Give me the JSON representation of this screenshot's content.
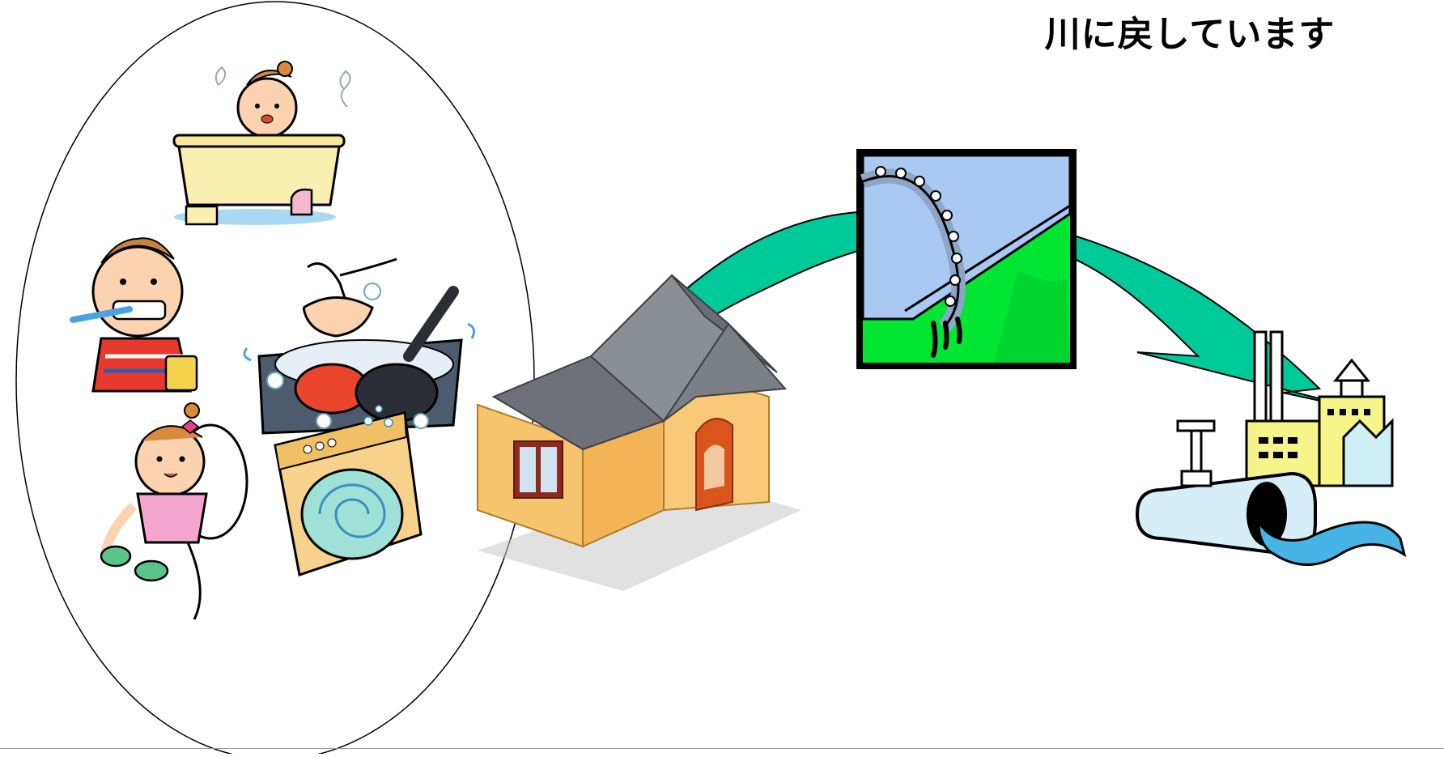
{
  "caption": "川に戻しています",
  "colors": {
    "arrow": "#00c99a",
    "pipe_background": "#00e633",
    "pipe_body": "#a9c9f2",
    "house_wall": "#f7c46e",
    "house_roof": "#7d8187",
    "water": "#47b4e6"
  },
  "illustrations": [
    "household-water-use-ellipse",
    "bathing-child-icon",
    "tooth-brushing-child-icon",
    "dish-washing-icon",
    "toilet-child-icon",
    "washing-machine-icon",
    "house-icon",
    "sewer-pipe-icon",
    "treatment-plant-icon",
    "flow-arrow"
  ]
}
